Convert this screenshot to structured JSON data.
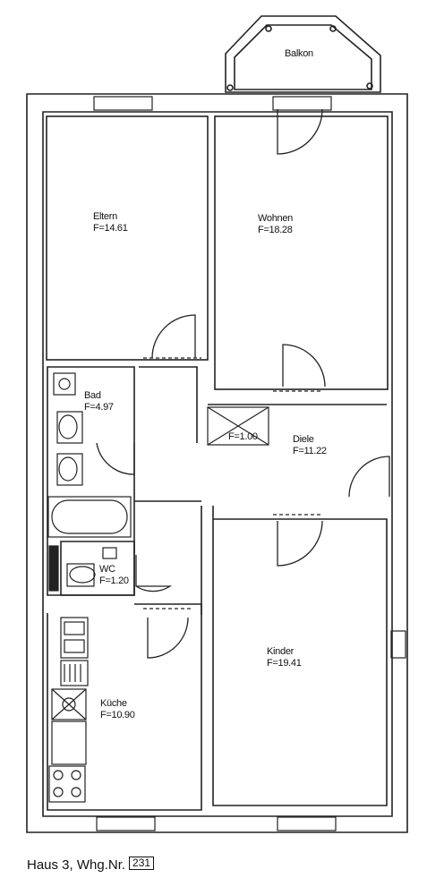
{
  "rooms": {
    "balkon": {
      "name": "Balkon"
    },
    "eltern": {
      "name": "Eltern",
      "area": "F=14.61"
    },
    "wohnen": {
      "name": "Wohnen",
      "area": "F=18.28"
    },
    "bad": {
      "name": "Bad",
      "area": "F=4.97"
    },
    "diele": {
      "name": "Diele",
      "area": "F=11.22"
    },
    "ac": {
      "area": "F=1.00"
    },
    "wc": {
      "name": "WC",
      "area": "F=1.20"
    },
    "kueche": {
      "name": "Küche",
      "area": "F=10.90"
    },
    "kinder": {
      "name": "Kinder",
      "area": "F=19.41"
    }
  },
  "caption": {
    "text": "Haus 3, Whg.Nr.",
    "number": "231"
  }
}
